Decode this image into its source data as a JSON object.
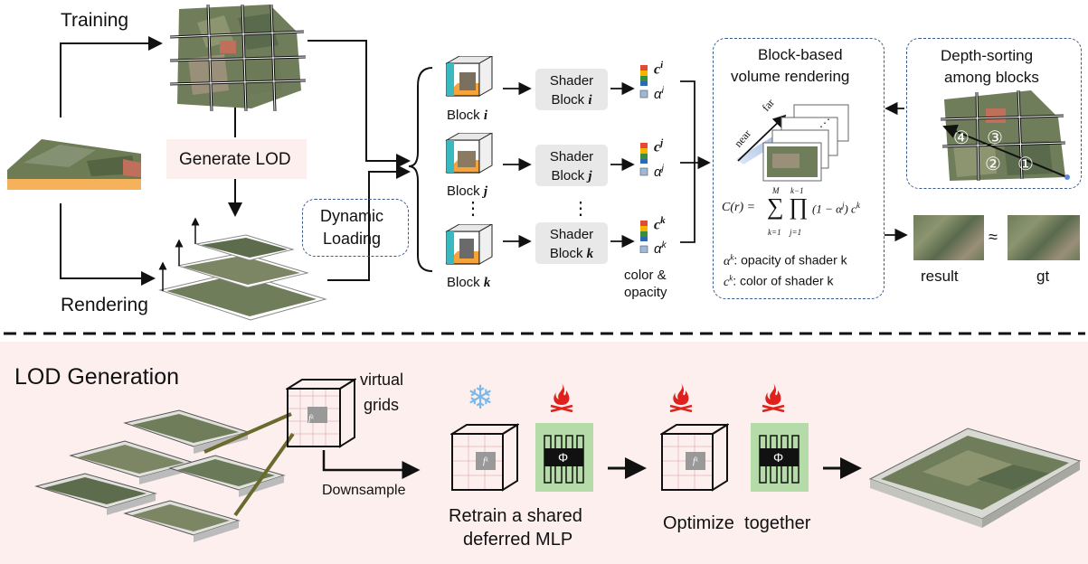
{
  "top": {
    "training": "Training",
    "rendering": "Rendering",
    "generate_lod": "Generate LOD",
    "dynamic_loading": [
      "Dynamic",
      "Loading"
    ],
    "blocks": [
      {
        "prefix": "Block ",
        "index": "i"
      },
      {
        "prefix": "Block ",
        "index": "j"
      },
      {
        "prefix": "Block ",
        "index": "k"
      }
    ],
    "dots": "⋮",
    "shaders": [
      {
        "line1": "Shader",
        "line2_prefix": "Block ",
        "index": "i"
      },
      {
        "line1": "Shader",
        "line2_prefix": "Block ",
        "index": "j"
      },
      {
        "line1": "Shader",
        "line2_prefix": "Block ",
        "index": "k"
      }
    ],
    "color_symbols": [
      {
        "c": "c",
        "a": "α",
        "sup": "i"
      },
      {
        "c": "c",
        "a": "α",
        "sup": "j"
      },
      {
        "c": "c",
        "a": "α",
        "sup": "k"
      }
    ],
    "color_opacity": [
      "color &",
      "opacity"
    ],
    "block_volume": [
      "Block-based",
      "volume rendering"
    ],
    "near": "near",
    "far": "far",
    "formula": "C(r) = ∑ ∏ (1 − αʲ) cᵏ",
    "formula_upper_sum": "M",
    "formula_lower_sum": "k=1",
    "formula_upper_prod": "k−1",
    "formula_lower_prod": "j=1",
    "alpha_desc": ": opacity of shader k",
    "c_desc": ": color of shader k",
    "depth_sorting": [
      "Depth-sorting",
      "among blocks"
    ],
    "sort_numbers": [
      "④",
      "③",
      "②",
      "①"
    ],
    "result": "result",
    "approx": "≈",
    "gt": "gt"
  },
  "bottom": {
    "title": "LOD Generation",
    "virtual_grids": [
      "virtual",
      "grids"
    ],
    "f_label": "fᵏ",
    "downsample": "Downsample",
    "phi": "Φ",
    "retrain": [
      "Retrain a shared",
      "deferred MLP"
    ],
    "optimize": "Optimize  together",
    "snowflake": "❄",
    "fire": "🔥"
  },
  "colors": {
    "dash_box": "#3a5a88",
    "pink_bg": "#fcefee",
    "shader_bg": "#e8e8e8",
    "mlp_bg": "#b5dba8",
    "snow": "#7ab8e8",
    "fire": "#e0201a",
    "olive": "#6b6a2e"
  }
}
